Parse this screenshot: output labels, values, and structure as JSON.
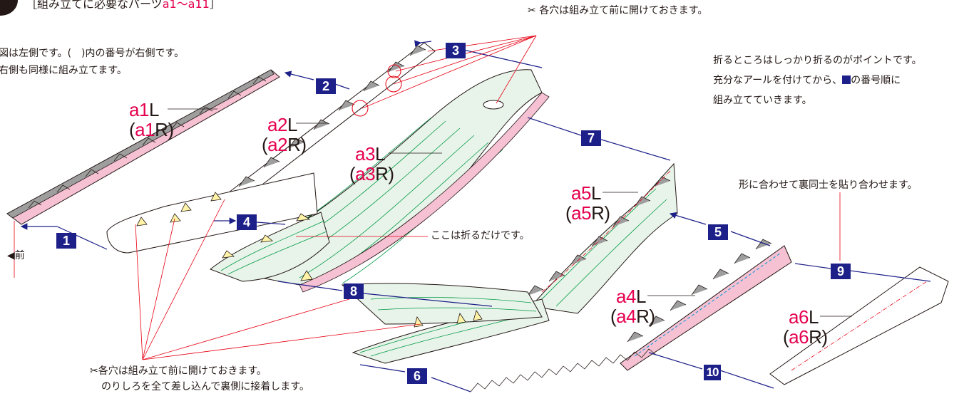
{
  "header": {
    "title_prefix": "［組み立てに必要なパーツ",
    "title_range": "a1〜a11",
    "title_suffix": "］"
  },
  "notes": {
    "left_side_1": "図は左側です。(　)内の番号が右側です。",
    "left_side_2": "右側も同様に組み立てます。",
    "right_instr_1": "折るところはしっかり折るのがポイントです。",
    "right_instr_2a": "充分なアールを付けてから、",
    "right_instr_2b": "の番号順に",
    "right_instr_3": "組み立てていきます。",
    "holes_top": "各穴は組み立て前に開けておきます。",
    "holes_bottom_1": "各穴は組み立て前に開けておきます。",
    "holes_bottom_2": "のりしろを全て差し込んで裏側に接着します。",
    "fold_only": "ここは折るだけです。",
    "back_to_back": "形に合わせて裏同士を貼り合わせます。",
    "front": "前",
    "front_arrow": "◀",
    "scissor_icon": "✂"
  },
  "parts": [
    {
      "left_prefix": "a",
      "left_num": "1",
      "left_side": "L",
      "right_prefix": "a",
      "right_num": "1",
      "right_side": "R"
    },
    {
      "left_prefix": "a",
      "left_num": "2",
      "left_side": "L",
      "right_prefix": "a",
      "right_num": "2",
      "right_side": "R"
    },
    {
      "left_prefix": "a",
      "left_num": "3",
      "left_side": "L",
      "right_prefix": "a",
      "right_num": "3",
      "right_side": "R"
    },
    {
      "left_prefix": "a",
      "left_num": "4",
      "left_side": "L",
      "right_prefix": "a",
      "right_num": "4",
      "right_side": "R"
    },
    {
      "left_prefix": "a",
      "left_num": "5",
      "left_side": "L",
      "right_prefix": "a",
      "right_num": "5",
      "right_side": "R"
    },
    {
      "left_prefix": "a",
      "left_num": "6",
      "left_side": "L",
      "right_prefix": "a",
      "right_num": "6",
      "right_side": "R"
    }
  ],
  "steps": [
    "1",
    "2",
    "3",
    "4",
    "5",
    "6",
    "7",
    "8",
    "9",
    "10"
  ],
  "colors": {
    "navy": "#1d2088",
    "red_line": "#e60012",
    "pink": "#f5c1d3",
    "green_line": "#009944",
    "grey": "#9e9e9f",
    "yellow": "#fff3a8",
    "accent": "#e5004f"
  }
}
